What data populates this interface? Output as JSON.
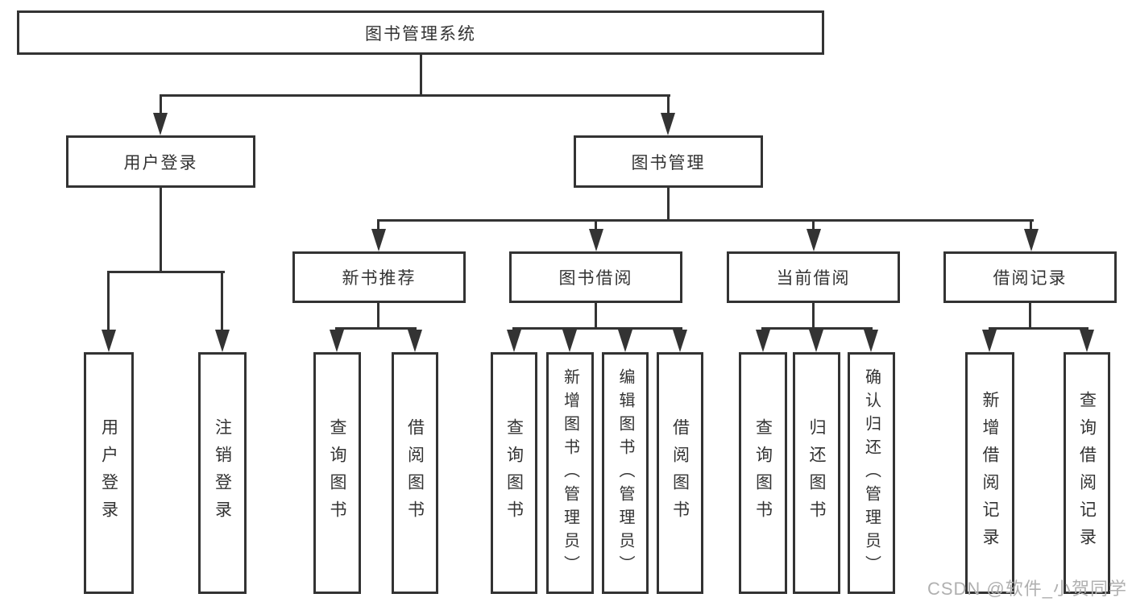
{
  "diagram": {
    "title": "图书管理系统",
    "level2": [
      {
        "label": "用户登录"
      },
      {
        "label": "图书管理"
      }
    ],
    "level3": [
      {
        "label": "新书推荐"
      },
      {
        "label": "图书借阅"
      },
      {
        "label": "当前借阅"
      },
      {
        "label": "借阅记录"
      }
    ],
    "leaves": {
      "user_login": [
        "用户登录",
        "注销登录"
      ],
      "new_book_rec": [
        "查询图书",
        "借阅图书"
      ],
      "book_borrow": [
        "查询图书",
        "新增图书（管理员）",
        "编辑图书（管理员）",
        "借阅图书"
      ],
      "current_borrow": [
        "查询图书",
        "归还图书",
        "确认归还（管理员）"
      ],
      "borrow_records": [
        "新增借阅记录",
        "查询借阅记录"
      ]
    }
  },
  "watermark": {
    "text": "CSDN @软件_小贺同学",
    "color": "#b0b0b0"
  },
  "colors": {
    "line": "#333333",
    "text": "#333333",
    "background": "#ffffff"
  }
}
